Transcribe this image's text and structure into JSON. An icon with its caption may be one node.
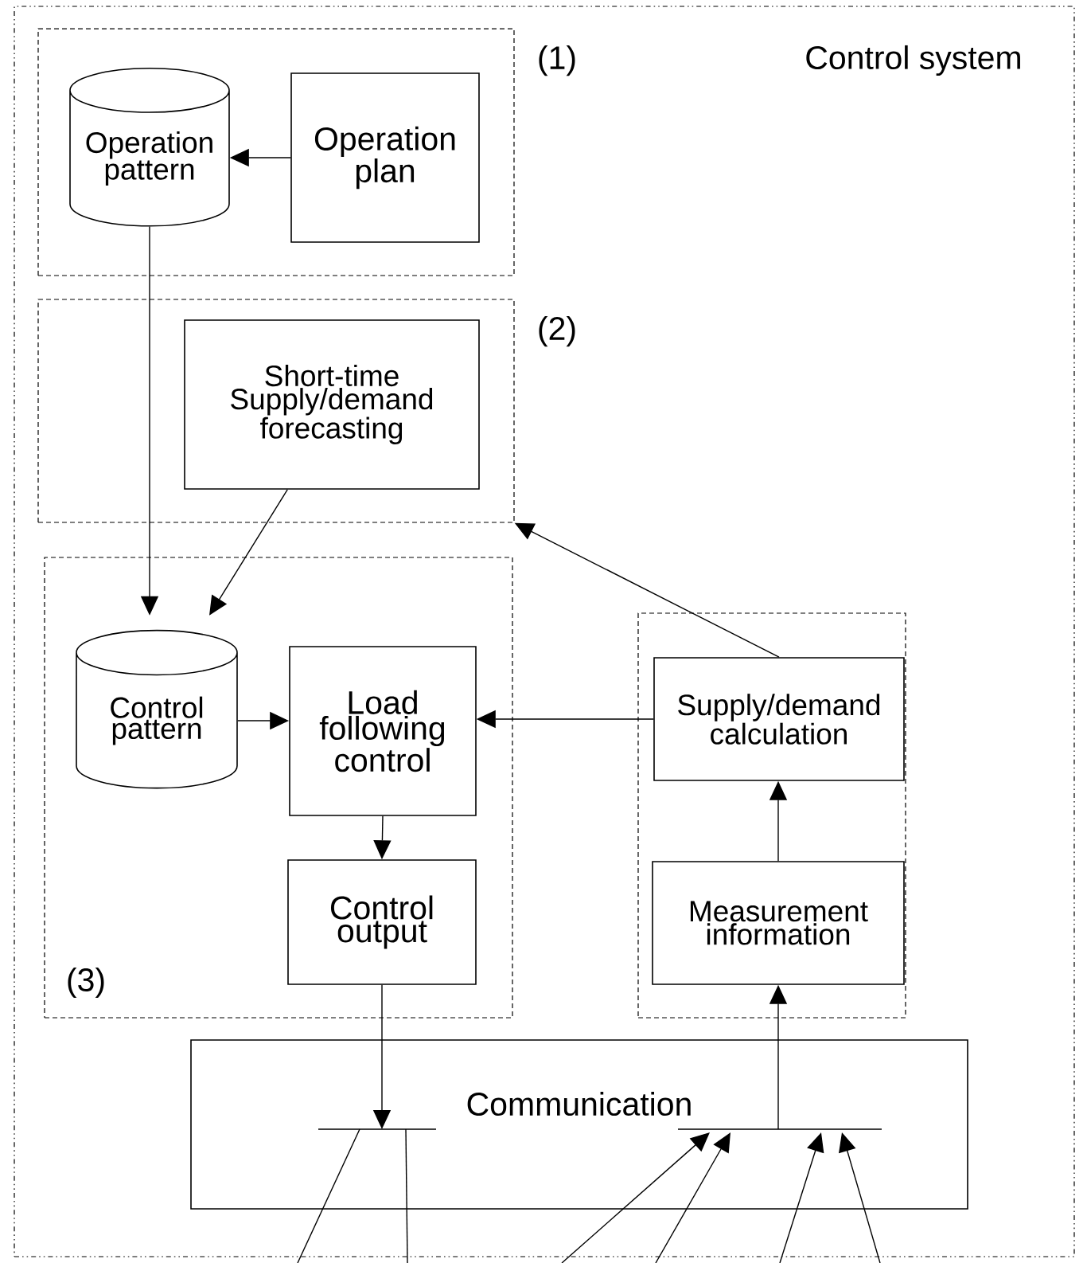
{
  "diagram": {
    "nodes": [
      {
        "text": [
          "Control system"
        ]
      },
      {
        "text": [
          "(1)"
        ],
        "in": 0
      },
      {
        "text": [
          "Operation pattern"
        ],
        "in": 1
      },
      {
        "text": [
          "Operation plan"
        ],
        "in": 1
      },
      {
        "text": [
          "(2)"
        ],
        "in": 0
      },
      {
        "text": [
          "Short-time Supply/demand forecasting"
        ],
        "in": 4
      },
      {
        "text": [
          "(3)"
        ],
        "in": 0
      },
      {
        "text": [
          "Control pattern"
        ],
        "in": 6
      },
      {
        "text": [
          "Load following control"
        ],
        "in": 6
      },
      {
        "text": [
          "Control output"
        ],
        "in": 6
      },
      {
        "text": [],
        "shape": "box",
        "in": 0
      },
      {
        "text": [
          "Supply/demand calculation"
        ],
        "in": 10
      },
      {
        "text": [
          "Measurement information"
        ],
        "in": 10
      },
      {
        "text": [
          "Communication"
        ],
        "in": 0
      },
      {
        "text": [],
        "shape": "bar",
        "in": 13
      },
      {
        "text": [],
        "shape": "bar",
        "in": 13
      }
    ],
    "edges": [
      {
        "from": 3,
        "to": 2,
        "arrow": "to"
      },
      {
        "from": 2,
        "to": 7,
        "arrow": "to"
      },
      {
        "from": 5,
        "to": 7,
        "arrow": "to"
      },
      {
        "from": 11,
        "to": 4,
        "arrow": "to"
      },
      {
        "from": 7,
        "to": 8,
        "arrow": "to"
      },
      {
        "from": 11,
        "to": 8,
        "arrow": "to"
      },
      {
        "from": 8,
        "to": 9,
        "arrow": "to"
      },
      {
        "from": 12,
        "to": 11,
        "arrow": "to"
      },
      {
        "from": 9,
        "to": 14,
        "arrow": "to"
      },
      {
        "from": 15,
        "to": 12,
        "arrow": "to"
      },
      {
        "from": 14,
        "to": null,
        "arrow": "none"
      },
      {
        "from": 14,
        "to": null,
        "arrow": "none"
      },
      {
        "from": null,
        "to": 15,
        "arrow": "to"
      },
      {
        "from": null,
        "to": 15,
        "arrow": "to"
      },
      {
        "from": null,
        "to": 15,
        "arrow": "to"
      },
      {
        "from": null,
        "to": 15,
        "arrow": "to"
      }
    ]
  }
}
